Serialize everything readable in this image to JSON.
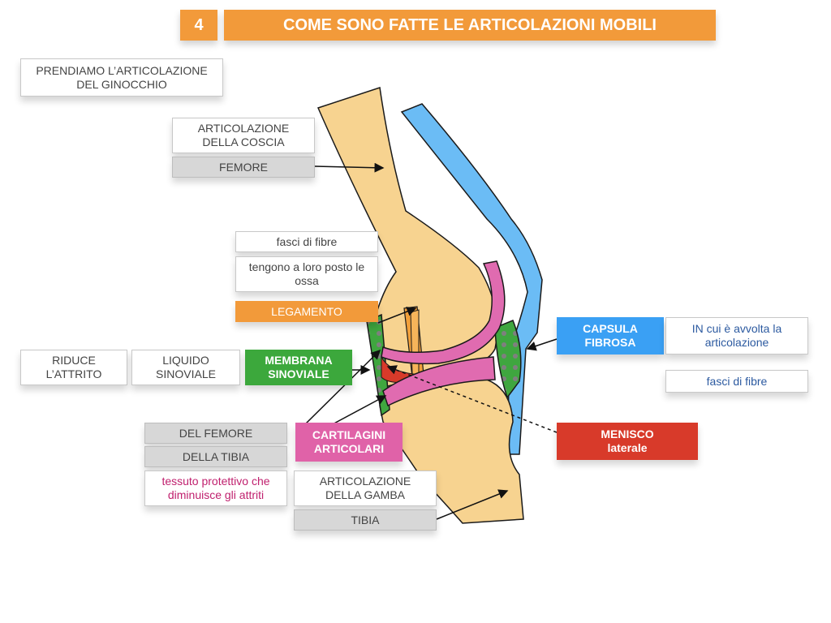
{
  "header": {
    "number": "4",
    "title": "COME SONO FATTE LE ARTICOLAZIONI MOBILI"
  },
  "labels": {
    "intro": "PRENDIAMO L’ARTICOLAZIONE\nDEL GINOCCHIO",
    "thigh_joint": "ARTICOLAZIONE\nDELLA COSCIA",
    "femur": "FEMORE",
    "fiber_bundles_left": "fasci di fibre",
    "hold_bones": "tengono a loro posto le\nossa",
    "ligament": "LEGAMENTO",
    "reduces_friction": "RIDUCE\nL’ATTRITO",
    "synovial_fluid": "LIQUIDO\nSINOVIALE",
    "synovial_membrane": "MEMBRANA\nSINOVIALE",
    "of_femur": "DEL FEMORE",
    "of_tibia": "DELLA TIBIA",
    "protective_tissue": "tessuto protettivo che\ndiminuisce gli attriti",
    "articular_cartilage": "CARTILAGINI\nARTICOLARI",
    "leg_joint": "ARTICOLAZIONE\nDELLA GAMBA",
    "tibia": "TIBIA",
    "fibrous_capsule": "CAPSULA\nFIBROSA",
    "wrapped": "IN cui è avvolta la\narticolazione",
    "fiber_bundles_right": "fasci di fibre",
    "lateral_meniscus": "MENISCO\nlaterale"
  },
  "colors": {
    "bone": "#f7d390",
    "capsule": "#6bbcf5",
    "cartilage": "#e06bb0",
    "membrane": "#3fa63f",
    "ligament": "#f2a03a",
    "meniscus": "#d83a2a",
    "accent": "#f29a3a"
  }
}
